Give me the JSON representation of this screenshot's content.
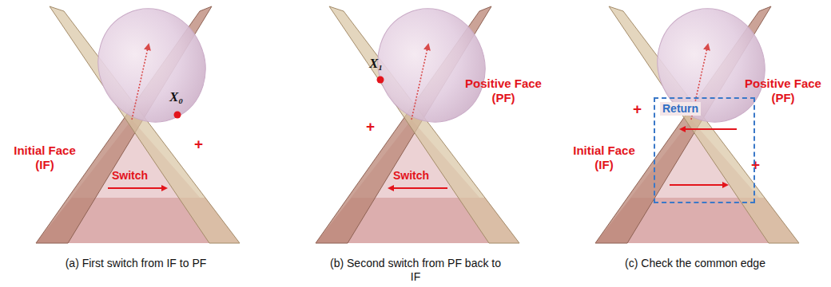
{
  "diagram": {
    "nodes": [
      {
        "text": [
          "Return"
        ]
      }
    ],
    "labels": [
      "X₀",
      "+",
      "Initial Face (IF)",
      "Switch",
      "(a) First switch from IF to PF",
      "X₁",
      "+",
      "Positive Face (PF)",
      "Switch",
      "(b) Second switch from PF back to IF",
      "Initial Face (IF)",
      "+",
      "+",
      "Positive Face (PF)",
      "(c) Check the common edge"
    ]
  }
}
